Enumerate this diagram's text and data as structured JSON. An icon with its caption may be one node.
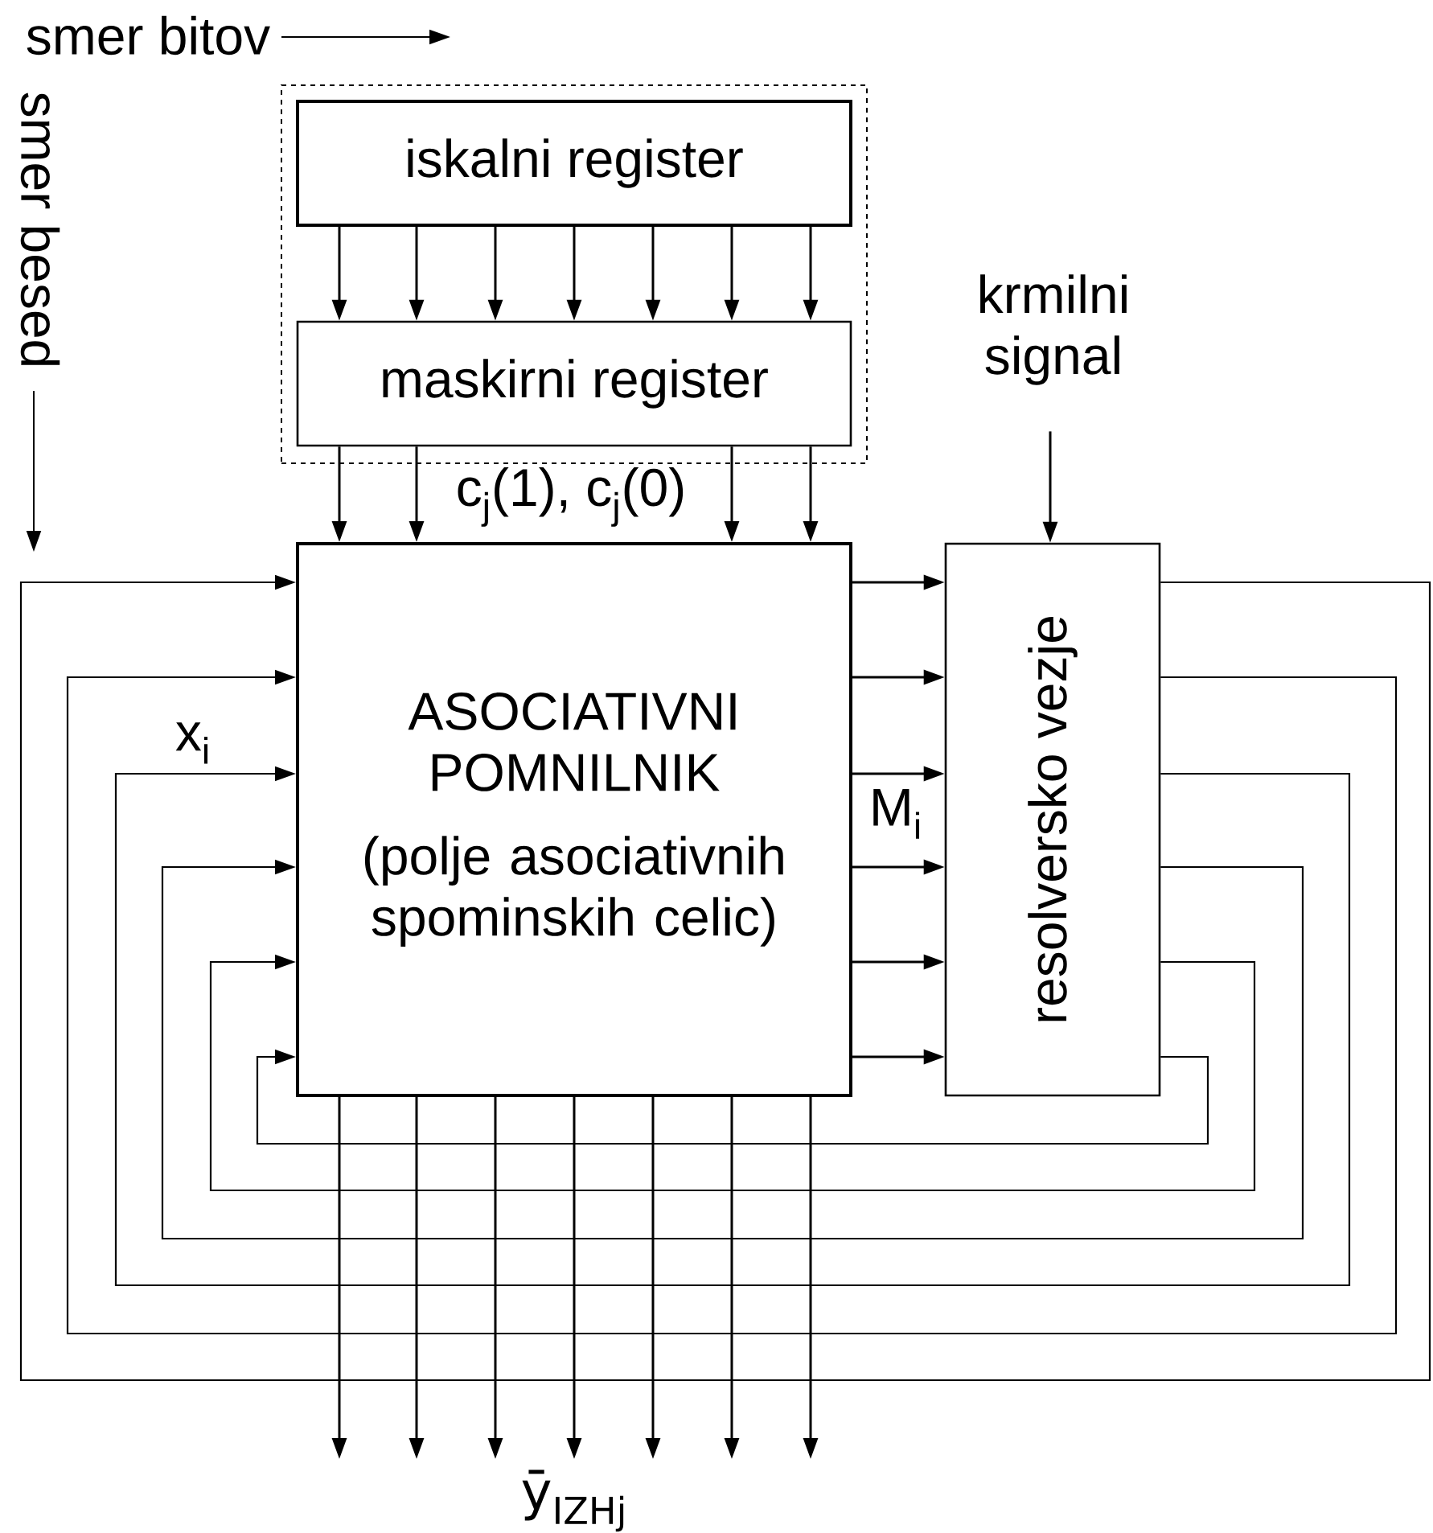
{
  "diagram": {
    "nodes": [
      {
        "text": [],
        "shape": "box"
      },
      {
        "text": [
          "iskalni register"
        ],
        "in": 0
      },
      {
        "text": [
          "maskirni register"
        ],
        "in": 0
      },
      {
        "text": [
          "ASOCIATIVNI POMNILNIK",
          "(polje asociativnih spominskih celic)"
        ]
      },
      {
        "text": [
          "krmilni signal"
        ]
      },
      {
        "text": [
          "resolversko vezje"
        ]
      }
    ],
    "edges": [
      {
        "from": 1,
        "to": 2,
        "arrow": "to"
      },
      {
        "from": 1,
        "to": 2,
        "arrow": "to"
      },
      {
        "from": 1,
        "to": 2,
        "arrow": "to"
      },
      {
        "from": 1,
        "to": 2,
        "arrow": "to"
      },
      {
        "from": 1,
        "to": 2,
        "arrow": "to"
      },
      {
        "from": 1,
        "to": 2,
        "arrow": "to"
      },
      {
        "from": 1,
        "to": 2,
        "arrow": "to"
      },
      {
        "from": 2,
        "to": 3,
        "arrow": "to"
      },
      {
        "from": 2,
        "to": 3,
        "arrow": "to"
      },
      {
        "from": 2,
        "to": 3,
        "arrow": "to"
      },
      {
        "from": 2,
        "to": 3,
        "arrow": "to"
      },
      {
        "from": 4,
        "to": 5,
        "arrow": "to"
      },
      {
        "from": 3,
        "to": 5,
        "arrow": "to"
      },
      {
        "from": 3,
        "to": 5,
        "arrow": "to"
      },
      {
        "from": 3,
        "to": 5,
        "arrow": "to"
      },
      {
        "from": 3,
        "to": 5,
        "arrow": "to"
      },
      {
        "from": 3,
        "to": 5,
        "arrow": "to"
      },
      {
        "from": 3,
        "to": 5,
        "arrow": "to"
      },
      {
        "from": 5,
        "to": 3,
        "arrow": "to"
      },
      {
        "from": 5,
        "to": 3,
        "arrow": "to"
      },
      {
        "from": 5,
        "to": 3,
        "arrow": "to"
      },
      {
        "from": 5,
        "to": 3,
        "arrow": "to"
      },
      {
        "from": 5,
        "to": 3,
        "arrow": "to"
      },
      {
        "from": 5,
        "to": 3,
        "arrow": "to"
      },
      {
        "from": 3,
        "to": null,
        "arrow": "to"
      },
      {
        "from": 3,
        "to": null,
        "arrow": "to"
      },
      {
        "from": 3,
        "to": null,
        "arrow": "to"
      },
      {
        "from": 3,
        "to": null,
        "arrow": "to"
      },
      {
        "from": 3,
        "to": null,
        "arrow": "to"
      },
      {
        "from": 3,
        "to": null,
        "arrow": "to"
      },
      {
        "from": 3,
        "to": null,
        "arrow": "to"
      }
    ],
    "labels": [
      "smer bitov",
      "smer besed",
      "c$_{j}$(1), c$_{j}$(0)",
      "x$_{i}$",
      "M$_{i}$",
      "ȳ$_{IZHj}$"
    ]
  }
}
